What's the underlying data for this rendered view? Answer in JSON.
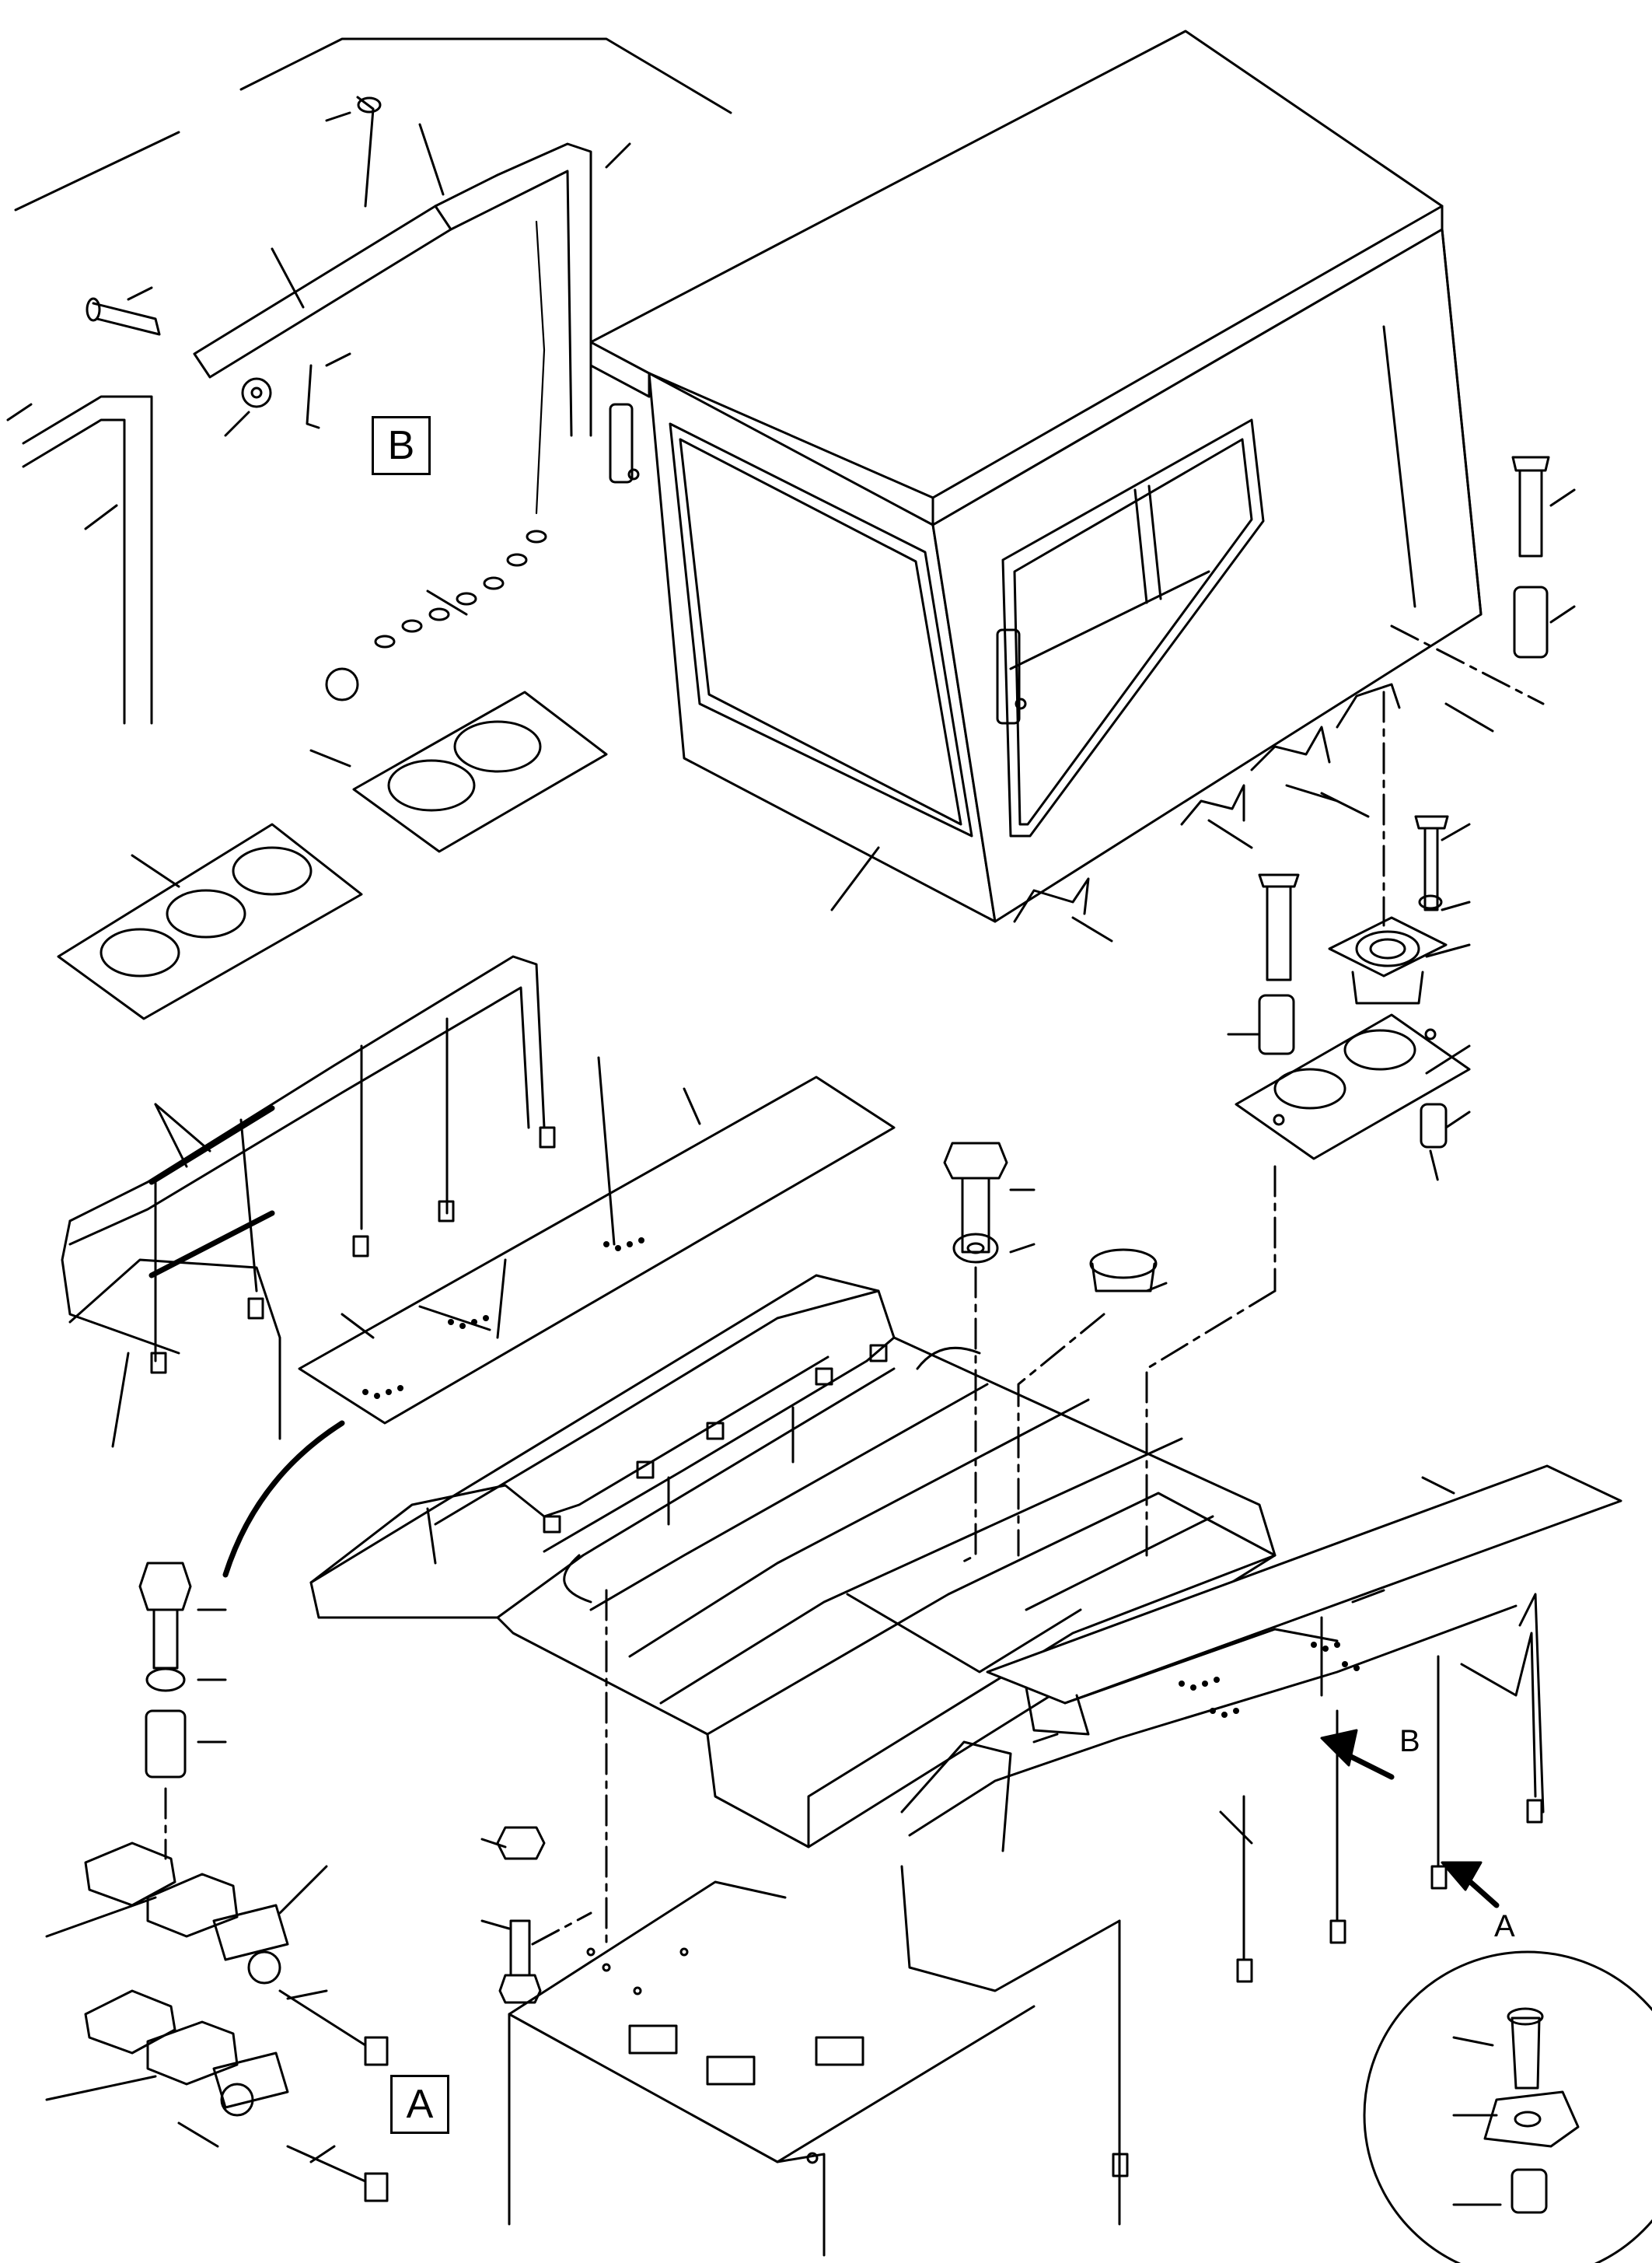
{
  "detail_labels": {
    "box_b": "B",
    "box_a": "A",
    "arrow_b": "B",
    "arrow_a": "A"
  },
  "colors": {
    "line": "#000000",
    "background": "#ffffff"
  }
}
